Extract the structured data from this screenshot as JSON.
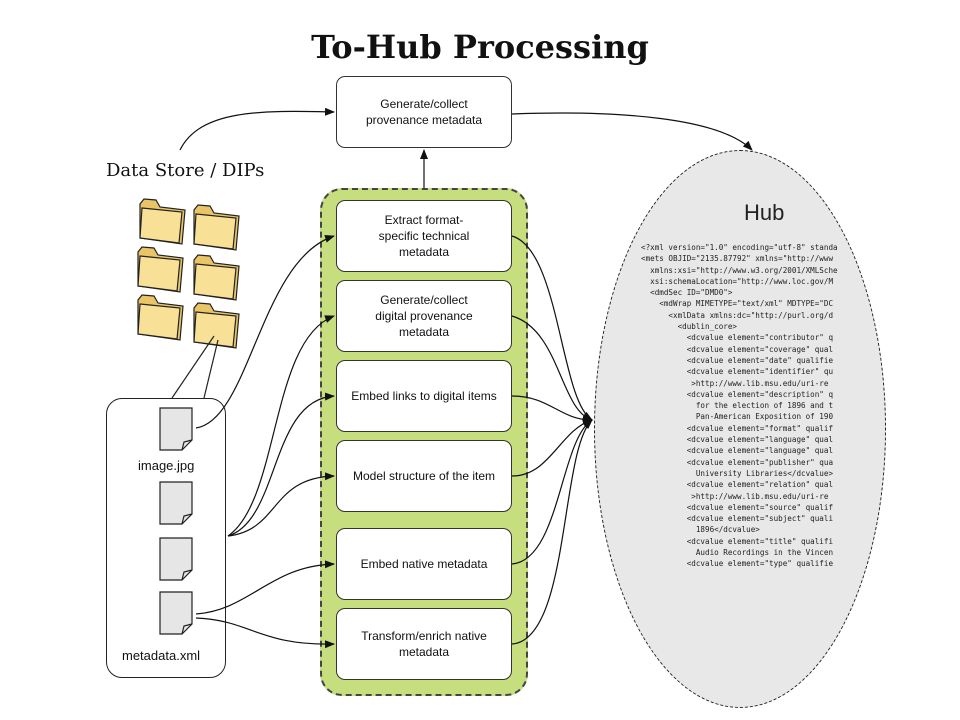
{
  "title": "To-Hub Processing",
  "data_store_label": "Data Store / DIPs",
  "hub_label": "Hub",
  "provenance_box": [
    "Generate/collect",
    "provenance metadata"
  ],
  "processes": [
    {
      "lines": [
        "Extract format-",
        "specific technical",
        "metadata"
      ]
    },
    {
      "lines": [
        "Generate/collect",
        "digital provenance",
        "metadata"
      ]
    },
    {
      "lines": [
        "Embed links to digital items"
      ]
    },
    {
      "lines": [
        "Model structure of the item"
      ]
    },
    {
      "lines": [
        "Embed native metadata"
      ]
    },
    {
      "lines": [
        "Transform/enrich native",
        "metadata"
      ]
    }
  ],
  "files": {
    "image_label": "image.jpg",
    "metadata_label": "metadata.xml"
  },
  "colors": {
    "panel_green": "#c7de7e",
    "folder_fill": "#f8e096",
    "hub_fill": "#e8e8e8",
    "file_fill": "#e6e6e6"
  },
  "xml_lines": [
    "<?xml version=\"1.0\" encoding=\"utf-8\" standa",
    "<mets OBJID=\"2135.87792\" xmlns=\"http://www",
    "  xmlns:xsi=\"http://www.w3.org/2001/XMLSche",
    "  xsi:schemaLocation=\"http://www.loc.gov/M",
    "  <dmdSec ID=\"DMD0\">",
    "    <mdWrap MIMETYPE=\"text/xml\" MDTYPE=\"DC",
    "      <xmlData xmlns:dc=\"http://purl.org/d",
    "        <dublin_core>",
    "          <dcvalue element=\"contributor\" q",
    "          <dcvalue element=\"coverage\" qual",
    "          <dcvalue element=\"date\" qualifie",
    "          <dcvalue element=\"identifier\" qu",
    "           >http://www.lib.msu.edu/uri-re",
    "          <dcvalue element=\"description\" q",
    "            for the election of 1896 and t",
    "            Pan-American Exposition of 190",
    "          <dcvalue element=\"format\" qualif",
    "          <dcvalue element=\"language\" qual",
    "          <dcvalue element=\"language\" qual",
    "          <dcvalue element=\"publisher\" qua",
    "            University Libraries</dcvalue>",
    "          <dcvalue element=\"relation\" qual",
    "           >http://www.lib.msu.edu/uri-re",
    "          <dcvalue element=\"source\" qualif",
    "          <dcvalue element=\"subject\" quali",
    "            1896</dcvalue>",
    "          <dcvalue element=\"title\" qualifi",
    "            Audio Recordings in the Vincen",
    "          <dcvalue element=\"type\" qualifie"
  ]
}
